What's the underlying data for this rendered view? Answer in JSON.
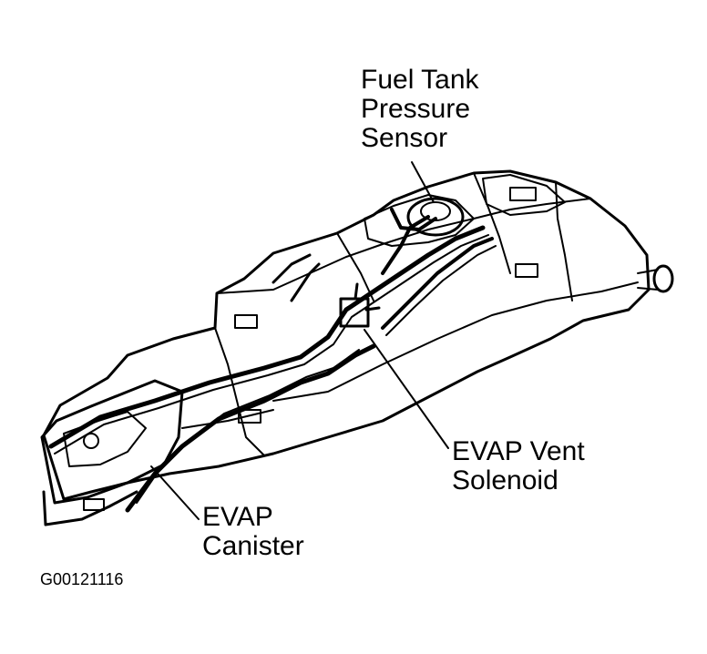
{
  "labels": {
    "fuel_tank_pressure_sensor": [
      "Fuel Tank",
      "Pressure",
      "Sensor"
    ],
    "evap_vent_solenoid": [
      "EVAP Vent",
      "Solenoid"
    ],
    "evap_canister": [
      "EVAP",
      "Canister"
    ]
  },
  "figure_id": "G00121116",
  "colors": {
    "line": "#000000",
    "background": "#ffffff"
  }
}
